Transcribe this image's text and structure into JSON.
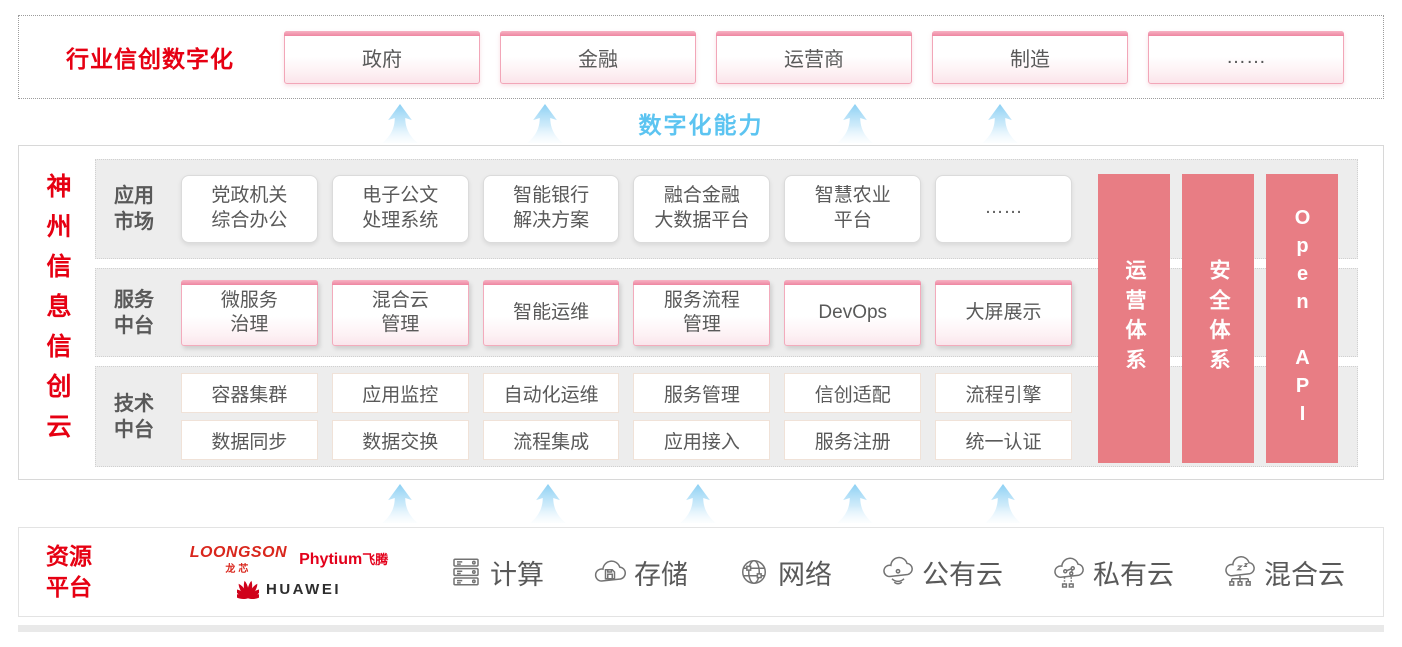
{
  "top_banner": {
    "label": "行业信创数字化",
    "industries": [
      "政府",
      "金融",
      "运营商",
      "制造",
      "……"
    ]
  },
  "capability_label": "数字化能力",
  "platform": {
    "vertical_title": "神州信息信创云",
    "app_row": {
      "label": "应用\n市场",
      "items": [
        "党政机关\n综合办公",
        "电子公文\n处理系统",
        "智能银行\n解决方案",
        "融合金融\n大数据平台",
        "智慧农业\n平台",
        "……"
      ]
    },
    "service_row": {
      "label": "服务\n中台",
      "items": [
        "微服务\n治理",
        "混合云\n管理",
        "智能运维",
        "服务流程\n管理",
        "DevOps",
        "大屏展示"
      ]
    },
    "tech_row": {
      "label": "技术\n中台",
      "items_top": [
        "容器集群",
        "应用监控",
        "自动化运维",
        "服务管理",
        "信创适配",
        "流程引擎"
      ],
      "items_bottom": [
        "数据同步",
        "数据交换",
        "流程集成",
        "应用接入",
        "服务注册",
        "统一认证"
      ]
    },
    "side_bars": [
      "运营体系",
      "安全体系",
      "Open API"
    ]
  },
  "resources": {
    "label": "资源\n平台",
    "vendors": {
      "loongson": {
        "name": "LOONGSON",
        "sub": "龙芯"
      },
      "phytium": {
        "name": "Phytium",
        "sub": "飞腾"
      },
      "huawei": {
        "name": "HUAWEI"
      }
    },
    "items": [
      {
        "icon": "compute-icon",
        "label": "计算"
      },
      {
        "icon": "storage-icon",
        "label": "存储"
      },
      {
        "icon": "network-icon",
        "label": "网络"
      },
      {
        "icon": "public-cloud-icon",
        "label": "公有云"
      },
      {
        "icon": "private-cloud-icon",
        "label": "私有云"
      },
      {
        "icon": "hybrid-cloud-icon",
        "label": "混合云"
      }
    ]
  },
  "colors": {
    "brand_red": "#e60012",
    "pink_accent": "#ee86a0",
    "salmon_bar": "#e87d84",
    "capability_blue": "#5cc4f1",
    "text_dark": "#595959",
    "panel_gray": "#ededed"
  }
}
